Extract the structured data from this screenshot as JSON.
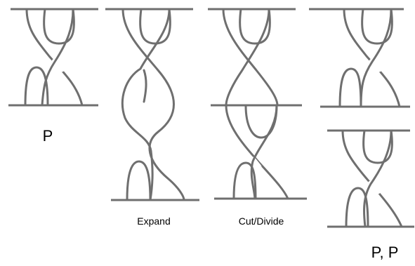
{
  "panels": [
    {
      "label": "P"
    },
    {
      "label": "Expand"
    },
    {
      "label": "Cut/Divide"
    },
    {
      "label": "P, P"
    }
  ],
  "colors": {
    "strand": "#6f6f6f",
    "label": "#000000",
    "background": "#ffffff"
  }
}
